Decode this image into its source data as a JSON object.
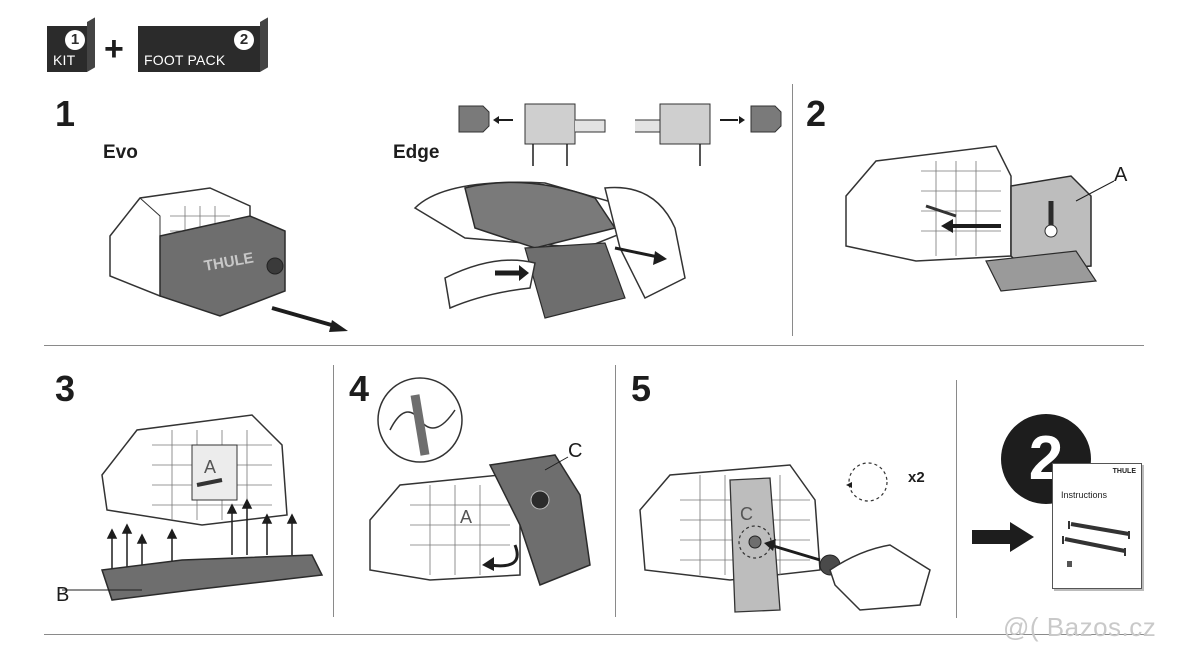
{
  "header": {
    "kit_box": {
      "label": "KIT",
      "badge": "1"
    },
    "plus": "+",
    "footpack_box": {
      "label": "FOOT PACK",
      "badge": "2"
    }
  },
  "steps": {
    "step1": {
      "number": "1",
      "evo_label": "Evo",
      "edge_label": "Edge",
      "brand_mark": "THULE"
    },
    "step2": {
      "number": "2",
      "callout": "A"
    },
    "step3": {
      "number": "3",
      "callout": "B",
      "part_letter": "A"
    },
    "step4": {
      "number": "4",
      "callout": "C",
      "part_letter": "A"
    },
    "step5": {
      "number": "5",
      "repeat": "x2",
      "part_letter": "C"
    },
    "next": {
      "number": "2",
      "booklet_brand": "THULE",
      "booklet_title": "Instructions"
    }
  },
  "watermark": "@( Bazos.cz",
  "colors": {
    "ink": "#1d1d1d",
    "part_gray": "#6e6e6e",
    "light_gray": "#bdbdbd",
    "rule": "#8a8a8a"
  }
}
